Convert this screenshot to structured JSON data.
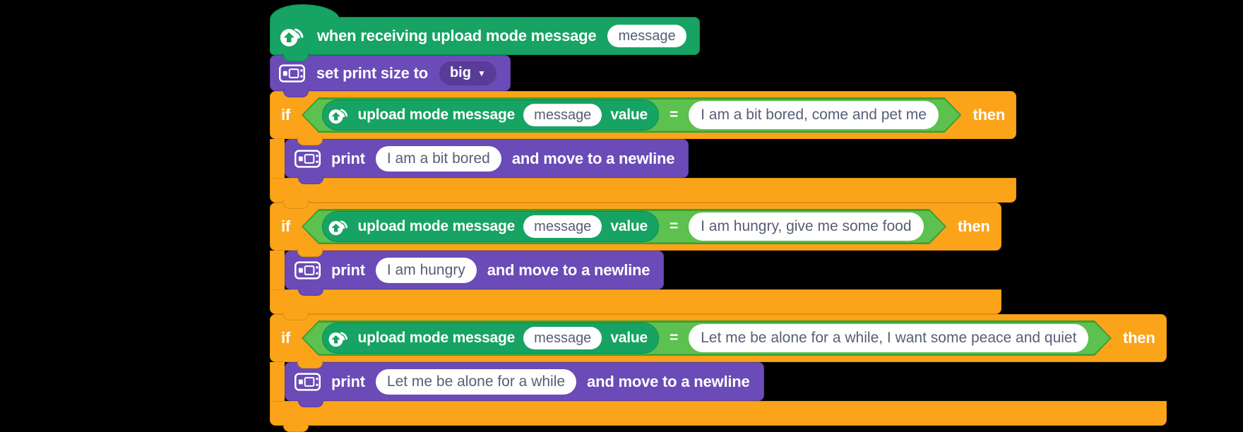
{
  "colors": {
    "green": "#17A363",
    "green-border": "#0E8A50",
    "hex": "#5CC14E",
    "hex-border": "#3E9E33",
    "orange": "#FBA41A",
    "orange-border": "#DE9012",
    "purple": "#6A4BB7",
    "purple-border": "#5A3D9F",
    "pill": "#593C98",
    "input-text": "#575E75"
  },
  "icons": {
    "hat": "upload-wifi-icon",
    "display": "display-icon",
    "dropdown": "chevron-down-icon"
  },
  "blocks": {
    "hat": {
      "label": "when receiving upload mode message",
      "arg": "message"
    },
    "set_print_size": {
      "label": "set print size to",
      "value": "big",
      "dropdown_glyph": "▼"
    },
    "if_blocks": [
      {
        "if_label": "if",
        "then_label": "then",
        "condition": {
          "reporter_label": "upload mode message",
          "reporter_arg": "message",
          "reporter_suffix": "value",
          "operator": "=",
          "value": "I am a bit bored, come and pet me"
        },
        "body": {
          "print_label": "print",
          "print_value": "I am a bit bored",
          "suffix_label": "and move to a newline"
        }
      },
      {
        "if_label": "if",
        "then_label": "then",
        "condition": {
          "reporter_label": "upload mode message",
          "reporter_arg": "message",
          "reporter_suffix": "value",
          "operator": "=",
          "value": "I am hungry, give me some food"
        },
        "body": {
          "print_label": "print",
          "print_value": "I am hungry",
          "suffix_label": "and move to a newline"
        }
      },
      {
        "if_label": "if",
        "then_label": "then",
        "condition": {
          "reporter_label": "upload mode message",
          "reporter_arg": "message",
          "reporter_suffix": "value",
          "operator": "=",
          "value": "Let me be alone for a while, I want some peace and quiet"
        },
        "body": {
          "print_label": "print",
          "print_value": "Let me be alone for a while",
          "suffix_label": "and move to a newline"
        }
      }
    ]
  }
}
